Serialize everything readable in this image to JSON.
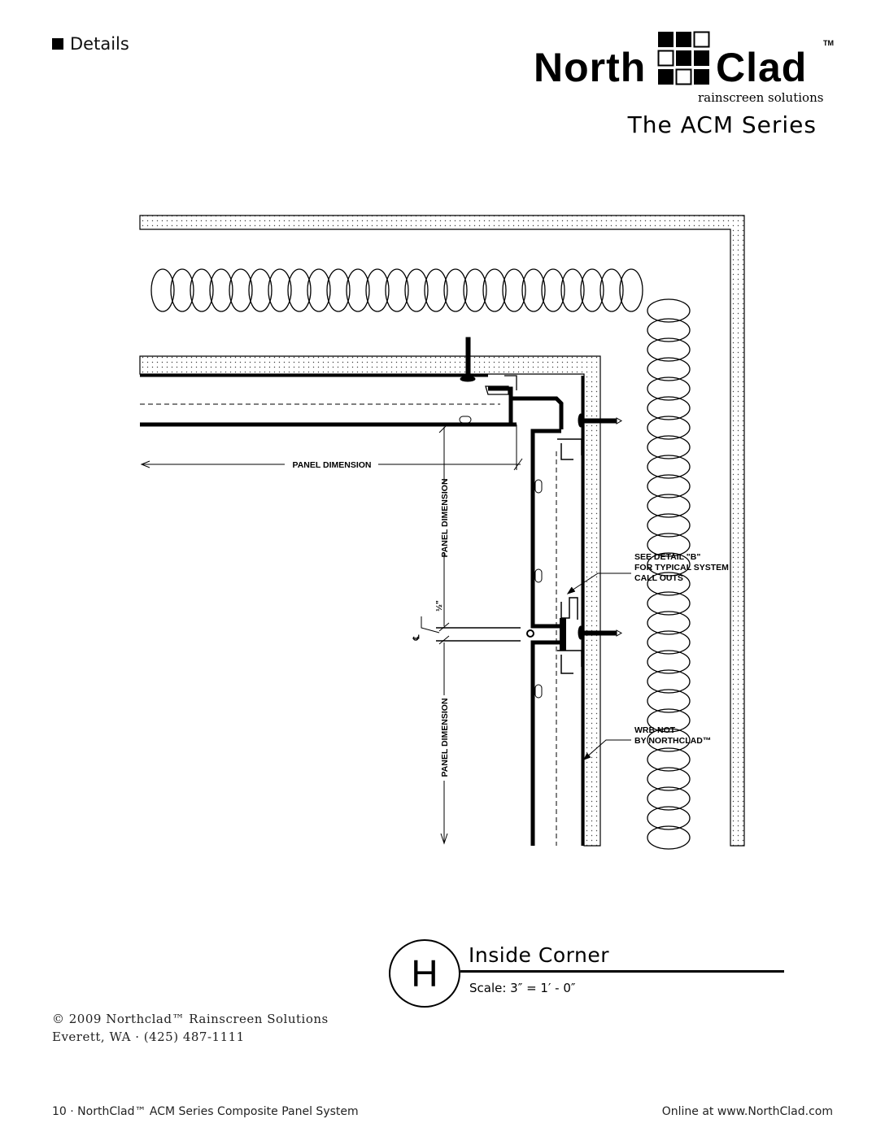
{
  "header": {
    "section_label": "Details",
    "logo": {
      "word_left": "North",
      "word_right": "Clad",
      "trademark": "TM",
      "tagline": "rainscreen solutions"
    },
    "series_title": "The ACM Series"
  },
  "drawing": {
    "dim_horizontal": "PANEL DIMENSION",
    "dim_vertical_upper": "PANEL DIMENSION",
    "dim_vertical_lower": "PANEL DIMENSION",
    "joint_width": "½\"",
    "centerline_symbol": "℄",
    "callout_detail": [
      "SEE DETAIL \"B\"",
      "FOR TYPICAL SYSTEM",
      "CALL OUTS"
    ],
    "callout_wrb": [
      "WRB NOT",
      "BY NORTHCLAD™"
    ]
  },
  "detail": {
    "letter": "H",
    "title": "Inside Corner",
    "scale": "Scale: 3″ = 1′ - 0″"
  },
  "footer": {
    "copyright": "© 2009 Northclad™ Rainscreen Solutions",
    "address": "Everett, WA · (425) 487-1111",
    "page_info": "10 · NorthClad™ ACM Series Composite Panel System",
    "website": "Online at www.NorthClad.com"
  }
}
